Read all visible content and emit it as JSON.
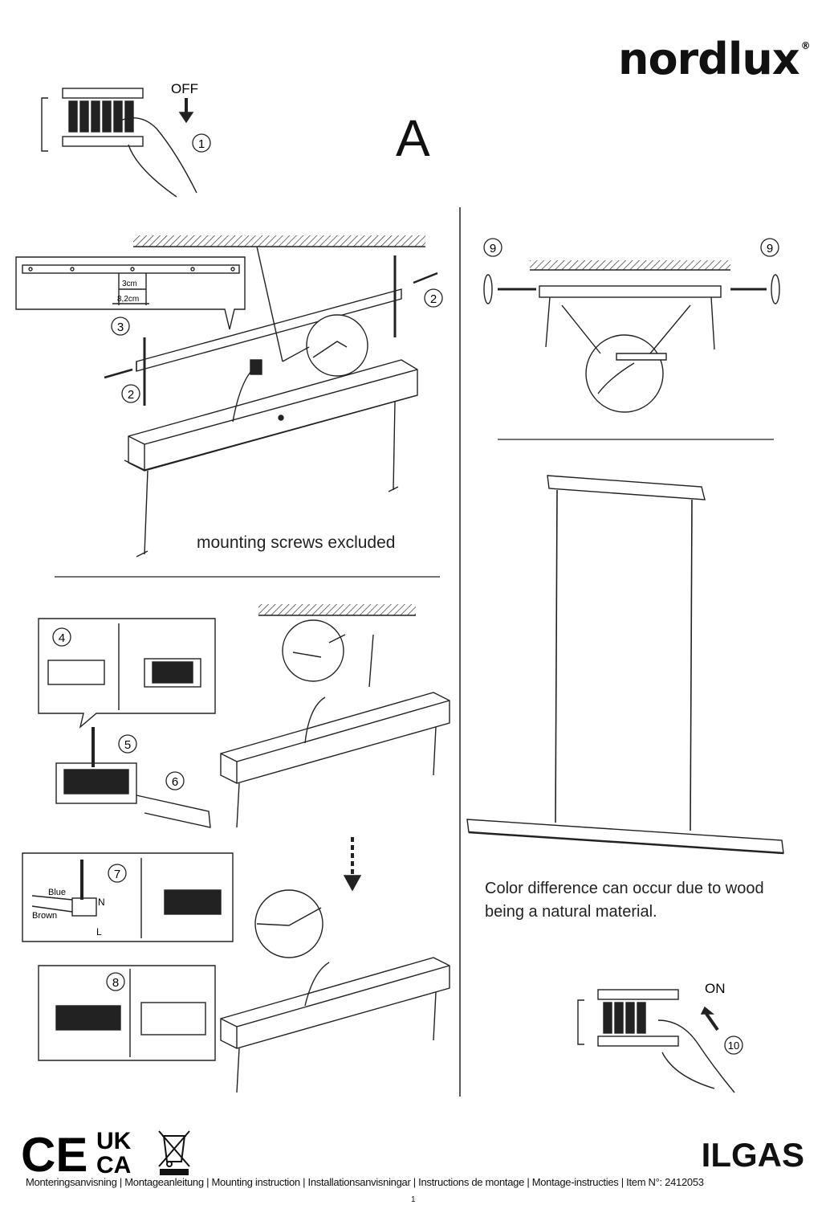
{
  "brand": {
    "name": "nordlux",
    "registered": "®"
  },
  "section_letter": "A",
  "steps": {
    "s1": "1",
    "s2": "2",
    "s3": "3",
    "s4": "4",
    "s5": "5",
    "s6": "6",
    "s7": "7",
    "s8": "8",
    "s9": "9",
    "s10": "10"
  },
  "labels": {
    "off": "OFF",
    "on": "ON",
    "dim_3cm": "3cm",
    "dim_8cm": "8,2cm",
    "wire_blue": "Blue",
    "wire_brown": "Brown",
    "wire_n": "N",
    "wire_l": "L",
    "mounting_note": "mounting screws excluded",
    "color_note_line1": "Color difference can occur due to wood",
    "color_note_line2": "being a natural material."
  },
  "certifications": {
    "ce": "CE",
    "ukca_top": "UK",
    "ukca_bottom": "CA"
  },
  "product_name": "ILGAS",
  "footer": "Monteringsanvisning | Montageanleitung | Mounting instruction | Installationsanvisningar | Instructions de montage | Montage-instructies | Item N°: 2412053",
  "page_number": "1"
}
